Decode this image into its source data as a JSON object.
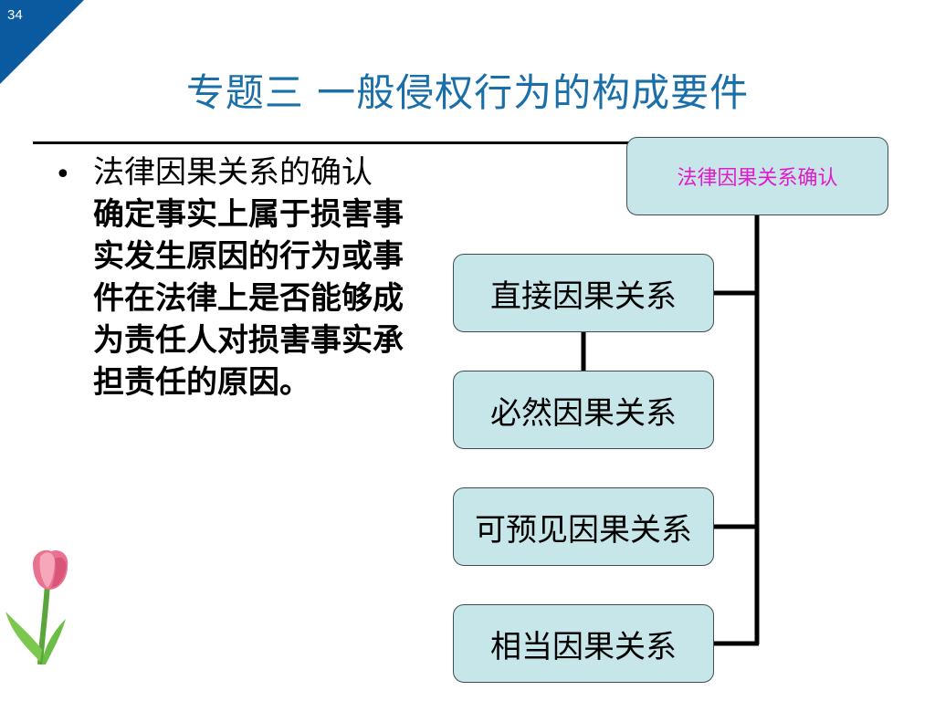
{
  "slide": {
    "number": "34",
    "title": "专题三  一般侵权行为的构成要件"
  },
  "bullet": {
    "heading": "法律因果关系的确认",
    "body": "确定事实上属于损害事实发生原因的行为或事件在法律上是否能够成为责任人对损害事实承担责任的原因。"
  },
  "diagram": {
    "root": "法律因果关系确认",
    "items": [
      "直接因果关系",
      "必然因果关系",
      "可预见因果关系",
      "相当因果关系"
    ]
  },
  "colors": {
    "title": "#1a6fa8",
    "corner": "#0b5aa0",
    "box_fill": "#c6e6ea",
    "root_text": "#e21acb"
  }
}
